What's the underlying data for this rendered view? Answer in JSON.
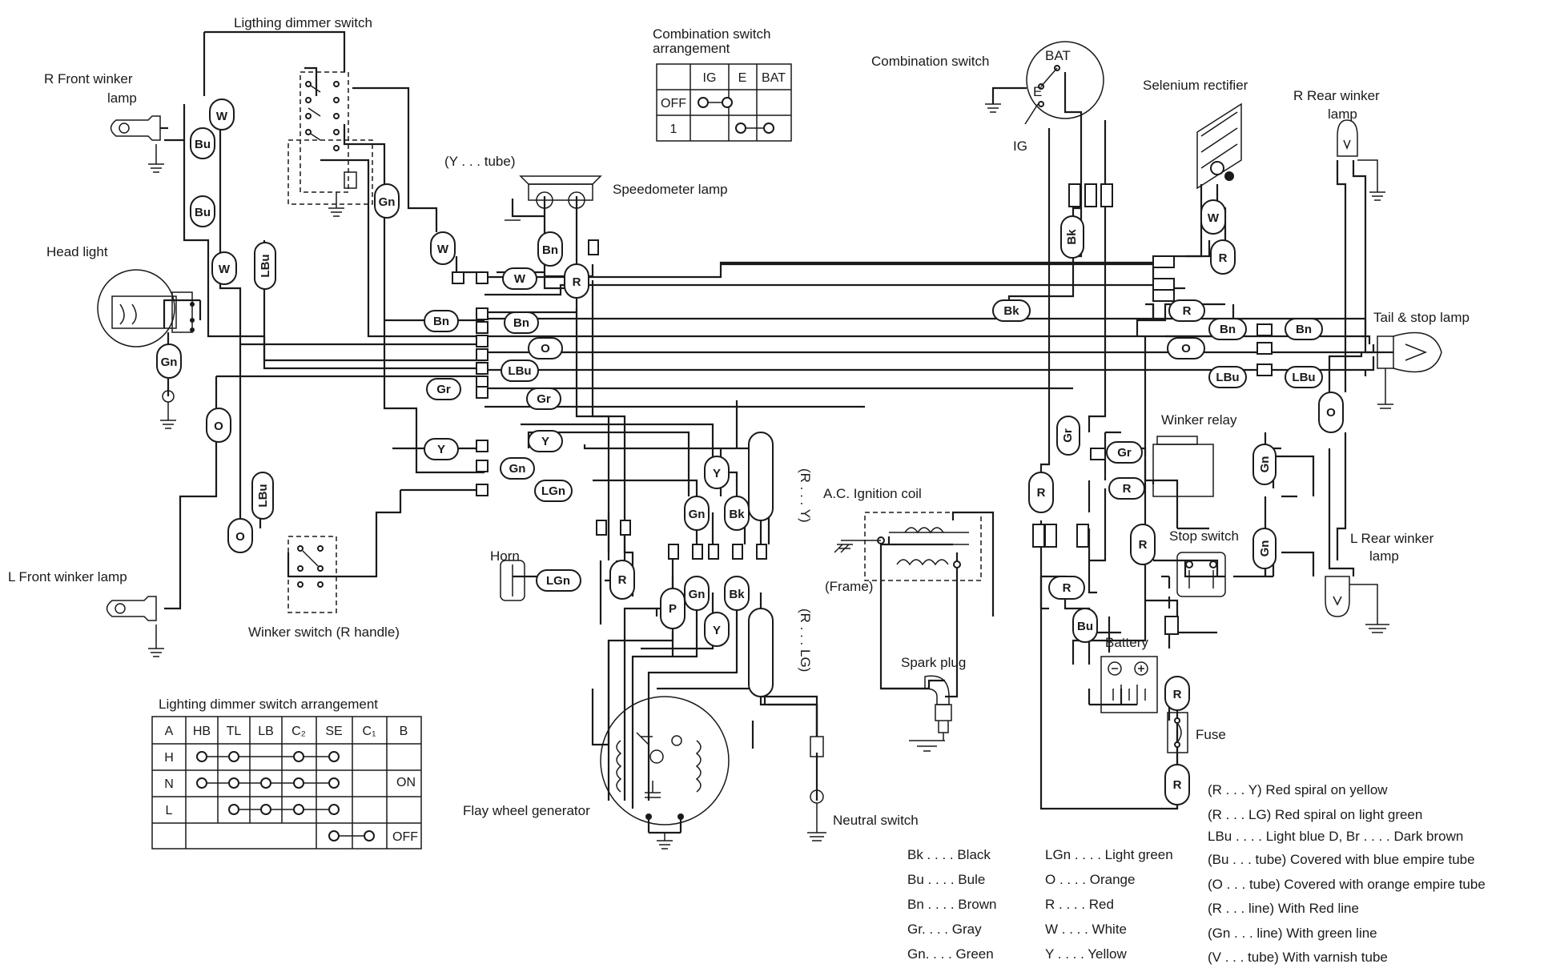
{
  "components": {
    "dimmer_switch": "Ligthing dimmer switch",
    "r_front_winker_1": "R   Front  winker",
    "r_front_winker_2": "lamp",
    "head_light": "Head  light",
    "l_front_winker": "L   Front  winker  lamp",
    "winker_switch": "Winker  switch  (R   handle)",
    "y_tube": "(Y . . .  tube)",
    "speedometer_lamp": "Speedometer  lamp",
    "combination_switch": "Combination  switch",
    "selenium_rectifier": "Selenium  rectifier",
    "r_rear_winker_1": "R   Rear  winker",
    "r_rear_winker_2": "lamp",
    "tail_stop_lamp": "Tail  &  stop  lamp",
    "winker_relay": "Winker  relay",
    "stop_switch": "Stop  switch",
    "l_rear_winker_1": "L   Rear  winker",
    "l_rear_winker_2": "lamp",
    "ignition_coil": "A.C.  Ignition  coil",
    "frame": "(Frame)",
    "spark_plug": "Spark  plug",
    "horn": "Horn",
    "battery": "Battery",
    "fuse": "Fuse",
    "flywheel_generator": "Flay  wheel  generator",
    "neutral_switch": "Neutral  switch",
    "bat_terminal": "BAT",
    "e_terminal": "E",
    "ig_terminal": "IG",
    "r_y_spiral": "(R  . . . Y)",
    "r_lg_spiral": "(R  . . . LG)"
  },
  "wire_labels": {
    "W": "W",
    "Bu": "Bu",
    "LBu": "LBu",
    "Gn": "Gn",
    "O": "O",
    "Bn": "Bn",
    "R": "R",
    "Gr": "Gr",
    "Y": "Y",
    "LGn": "LGn",
    "Bk": "Bk",
    "P": "P"
  },
  "combination_table": {
    "title_1": "Combination  switch",
    "title_2": "arrangement",
    "headers": [
      "",
      "IG",
      "E",
      "BAT"
    ],
    "rows": [
      [
        "OFF"
      ],
      [
        "1"
      ]
    ]
  },
  "dimmer_table": {
    "title": "Lighting  dimmer  switch  arrangement",
    "headers": [
      "A",
      "HB",
      "TL",
      "LB",
      "C₂",
      "SE",
      "C₁",
      "B"
    ],
    "rows": [
      "H",
      "N",
      "L",
      ""
    ],
    "on": "ON",
    "off": "OFF"
  },
  "legend": {
    "colors_left": [
      "Bk . . . . Black",
      "Bu . . . . Bule",
      "Bn . . . . Brown",
      "Gr. . . . Gray",
      "Gn. . . . Green"
    ],
    "colors_right": [
      "LGn . . . . Light  green",
      "O      . . . . Orange",
      "R      . . . . Red",
      "W     . . . . White",
      "Y      . . . . Yellow"
    ],
    "notes": [
      "(R   . . . Y)  Red  spiral  on  yellow",
      "(R   . . . LG)  Red  spiral  on  light  green",
      "LBu . . . . Light  blue    D, Br . . . .  Dark  brown",
      "(Bu  . . . tube)  Covered  with  blue  empire  tube",
      "(O   . . . tube)  Covered  with  orange  empire  tube",
      "(R   . . . line)  With  Red  line",
      "(Gn . . . line)  With  green  line",
      "(V   . . . tube)  With  varnish  tube"
    ]
  }
}
